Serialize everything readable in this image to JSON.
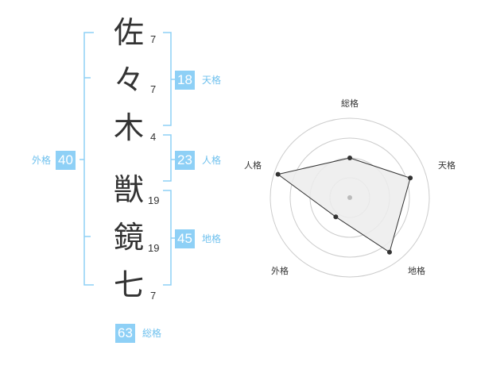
{
  "name": {
    "characters": [
      {
        "char": "佐",
        "strokes": "7"
      },
      {
        "char": "々",
        "strokes": "7"
      },
      {
        "char": "木",
        "strokes": "4"
      },
      {
        "char": "獣",
        "strokes": "19"
      },
      {
        "char": "鏡",
        "strokes": "19"
      },
      {
        "char": "七",
        "strokes": "7"
      }
    ]
  },
  "kaku": {
    "tenkaku": {
      "value": "18",
      "label": "天格"
    },
    "jinkaku": {
      "value": "23",
      "label": "人格"
    },
    "chikaku": {
      "value": "45",
      "label": "地格"
    },
    "gaikaku": {
      "value": "40",
      "label": "外格"
    },
    "soukaku": {
      "value": "63",
      "label": "総格"
    }
  },
  "radar": {
    "axes": [
      "総格",
      "天格",
      "地格",
      "外格",
      "人格"
    ],
    "levels": [
      0.5,
      0.8,
      0.85,
      0.3,
      0.95
    ],
    "colors": {
      "fill": "#ececec",
      "stroke": "#333333",
      "rings": "#cccccc",
      "accent": "#8ed0f6"
    }
  }
}
